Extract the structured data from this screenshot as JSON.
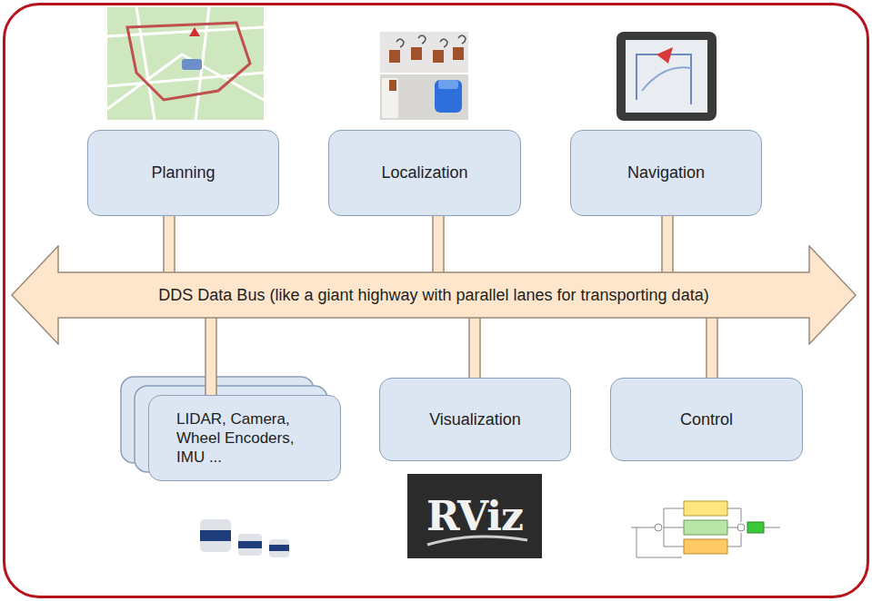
{
  "diagram": {
    "nodes": [
      {
        "text": [
          "Planning"
        ]
      },
      {
        "text": [
          "Localization"
        ]
      },
      {
        "text": [
          "Navigation"
        ]
      },
      {
        "text": [
          "DDS Data Bus (like a giant highway with parallel lanes for transporting data)"
        ]
      },
      {
        "text": [
          "LIDAR, Camera, Wheel Encoders, IMU ..."
        ]
      },
      {
        "text": [
          "Visualization"
        ]
      },
      {
        "text": [
          "Control"
        ]
      }
    ],
    "edges": [
      {
        "from": 0,
        "to": 3,
        "arrow": "none"
      },
      {
        "from": 1,
        "to": 3,
        "arrow": "none"
      },
      {
        "from": 2,
        "to": 3,
        "arrow": "none"
      },
      {
        "from": 3,
        "to": 4,
        "arrow": "none"
      },
      {
        "from": 3,
        "to": 5,
        "arrow": "none"
      },
      {
        "from": 3,
        "to": 6,
        "arrow": "none"
      }
    ],
    "labels": [
      "RViz"
    ]
  }
}
